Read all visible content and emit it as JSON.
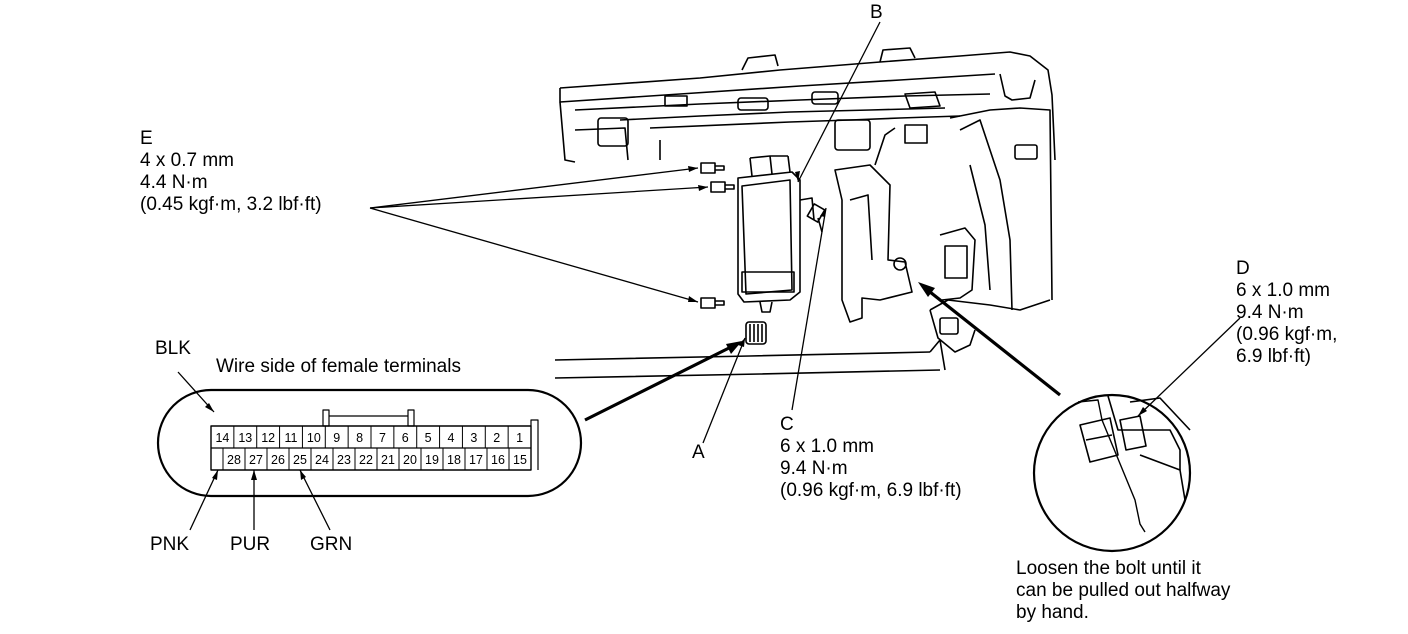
{
  "callouts": {
    "B": "B",
    "E": {
      "letter": "E",
      "size": "4 x 0.7 mm",
      "torque": "4.4 N·m",
      "torque_alt": "(0.45 kgf·m, 3.2 lbf·ft)"
    },
    "C": {
      "letter": "C",
      "size": "6 x 1.0 mm",
      "torque": "9.4 N·m",
      "torque_alt": "(0.96 kgf·m, 6.9 lbf·ft)"
    },
    "D": {
      "letter": "D",
      "size": "6 x 1.0 mm",
      "torque": "9.4 N·m",
      "torque_alt_1": "(0.96 kgf·m,",
      "torque_alt_2": "6.9 lbf·ft)"
    },
    "A": "A"
  },
  "connector": {
    "title": "Wire side of female terminals",
    "top_row": [
      "14",
      "13",
      "12",
      "11",
      "10",
      "9",
      "8",
      "7",
      "6",
      "5",
      "4",
      "3",
      "2",
      "1"
    ],
    "bottom_row": [
      "28",
      "27",
      "26",
      "25",
      "24",
      "23",
      "22",
      "21",
      "20",
      "19",
      "18",
      "17",
      "16",
      "15"
    ],
    "wires": {
      "blk": "BLK",
      "pnk": "PNK",
      "pur": "PUR",
      "grn": "GRN"
    }
  },
  "note": {
    "line1": "Loosen the bolt until it",
    "line2": "can be pulled out halfway",
    "line3": "by hand."
  }
}
